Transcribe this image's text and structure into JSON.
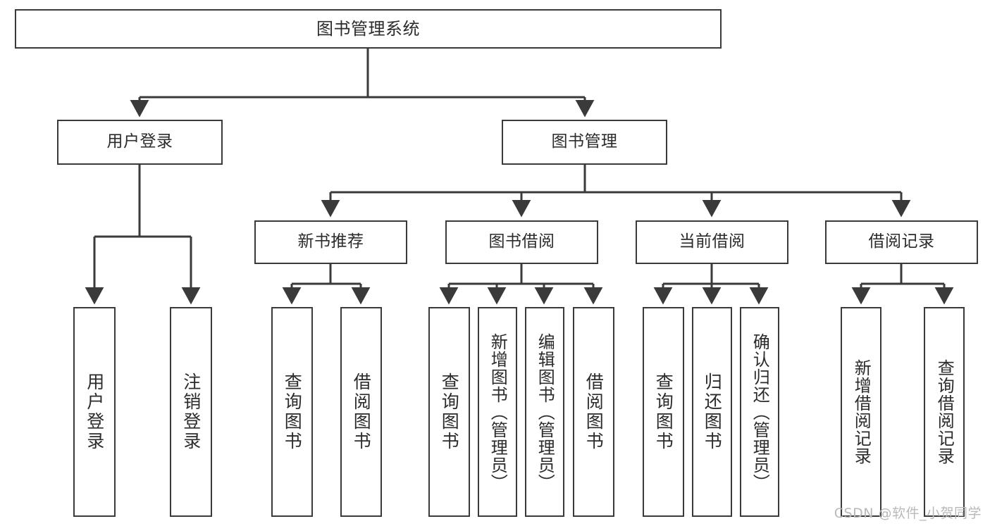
{
  "diagram": {
    "title": "图书管理系统",
    "type": "functional-structure-tree",
    "root": {
      "label": "图书管理系统"
    },
    "level1": [
      {
        "label": "用户登录"
      },
      {
        "label": "图书管理"
      }
    ],
    "level2": [
      {
        "label": "新书推荐"
      },
      {
        "label": "图书借阅"
      },
      {
        "label": "当前借阅"
      },
      {
        "label": "借阅记录"
      }
    ],
    "leaves": {
      "user_login": [
        {
          "label": "用户登录"
        },
        {
          "label": "注销登录"
        }
      ],
      "new_book_recommend": [
        {
          "label": "查询图书"
        },
        {
          "label": "借阅图书"
        }
      ],
      "book_borrow": [
        {
          "label": "查询图书"
        },
        {
          "label": "新增图书（管理员）"
        },
        {
          "label": "编辑图书（管理员）"
        },
        {
          "label": "借阅图书"
        }
      ],
      "current_borrow": [
        {
          "label": "查询图书"
        },
        {
          "label": "归还图书"
        },
        {
          "label": "确认归还（管理员）"
        }
      ],
      "borrow_record": [
        {
          "label": "新增借阅记录"
        },
        {
          "label": "查询借阅记录"
        }
      ]
    }
  },
  "watermark": {
    "text": "CSDN @软件_小贺同学"
  },
  "colors": {
    "stroke": "#3a3a3a",
    "text": "#2b2b2b",
    "background": "#ffffff",
    "watermark": "#b9b9b9"
  }
}
